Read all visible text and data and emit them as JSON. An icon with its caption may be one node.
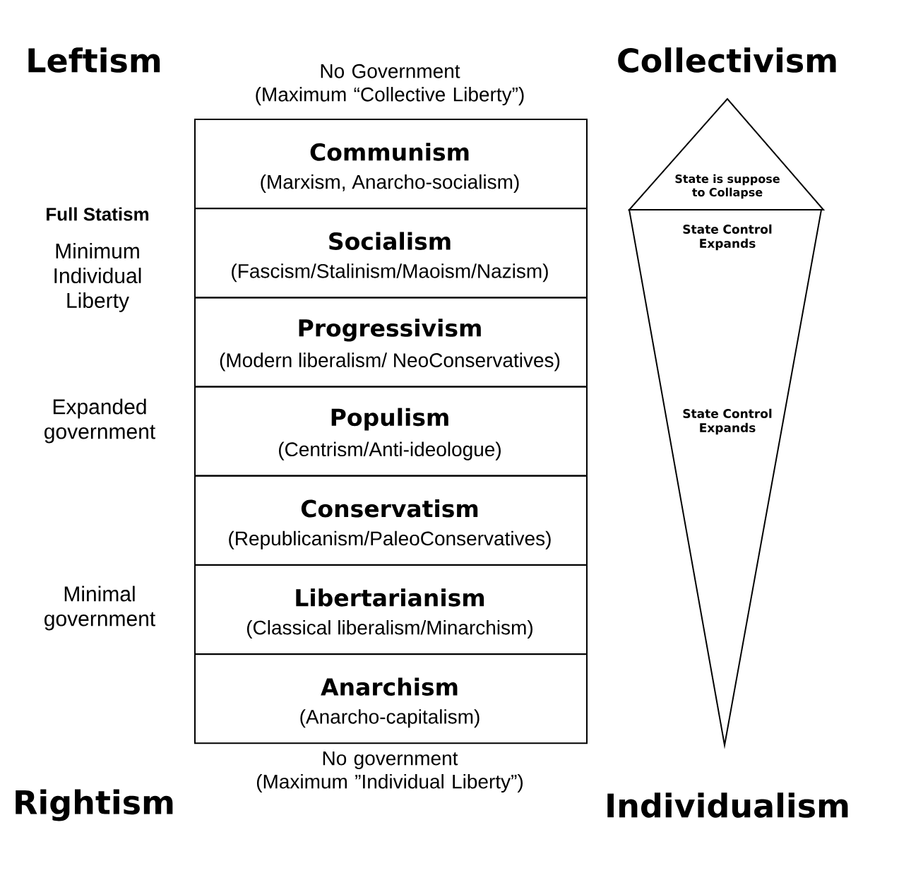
{
  "diagram": {
    "nodes": [
      {
        "text": [
          "Communism",
          "(Marxism, Anarcho-socialism)"
        ]
      },
      {
        "text": [
          "Socialism",
          "(Fascism/Stalinism/Maoism/Nazism)"
        ]
      },
      {
        "text": [
          "Progressivism",
          "(Modern liberalism/ NeoConservatives)"
        ]
      },
      {
        "text": [
          "Populism",
          "(Centrism/Anti-ideologue)"
        ]
      },
      {
        "text": [
          "Conservatism",
          "(Republicanism/PaleoConservatives)"
        ]
      },
      {
        "text": [
          "Libertarianism",
          "(Classical liberalism/Minarchism)"
        ]
      },
      {
        "text": [
          "Anarchism",
          "(Anarcho-capitalism)"
        ]
      },
      {
        "text": [
          "State is suppose to Collapse"
        ]
      },
      {
        "text": [
          "State Control Expands",
          "State Control Expands"
        ]
      }
    ],
    "labels": [
      "Leftism",
      "Collectivism",
      "No Government (Maximum “Collective Liberty”)",
      "Full Statism",
      "Minimum Individual Liberty",
      "Expanded government",
      "Minimal government",
      "No government (Maximum ”Individual Liberty”)",
      "Rightism",
      "Individualism"
    ]
  }
}
